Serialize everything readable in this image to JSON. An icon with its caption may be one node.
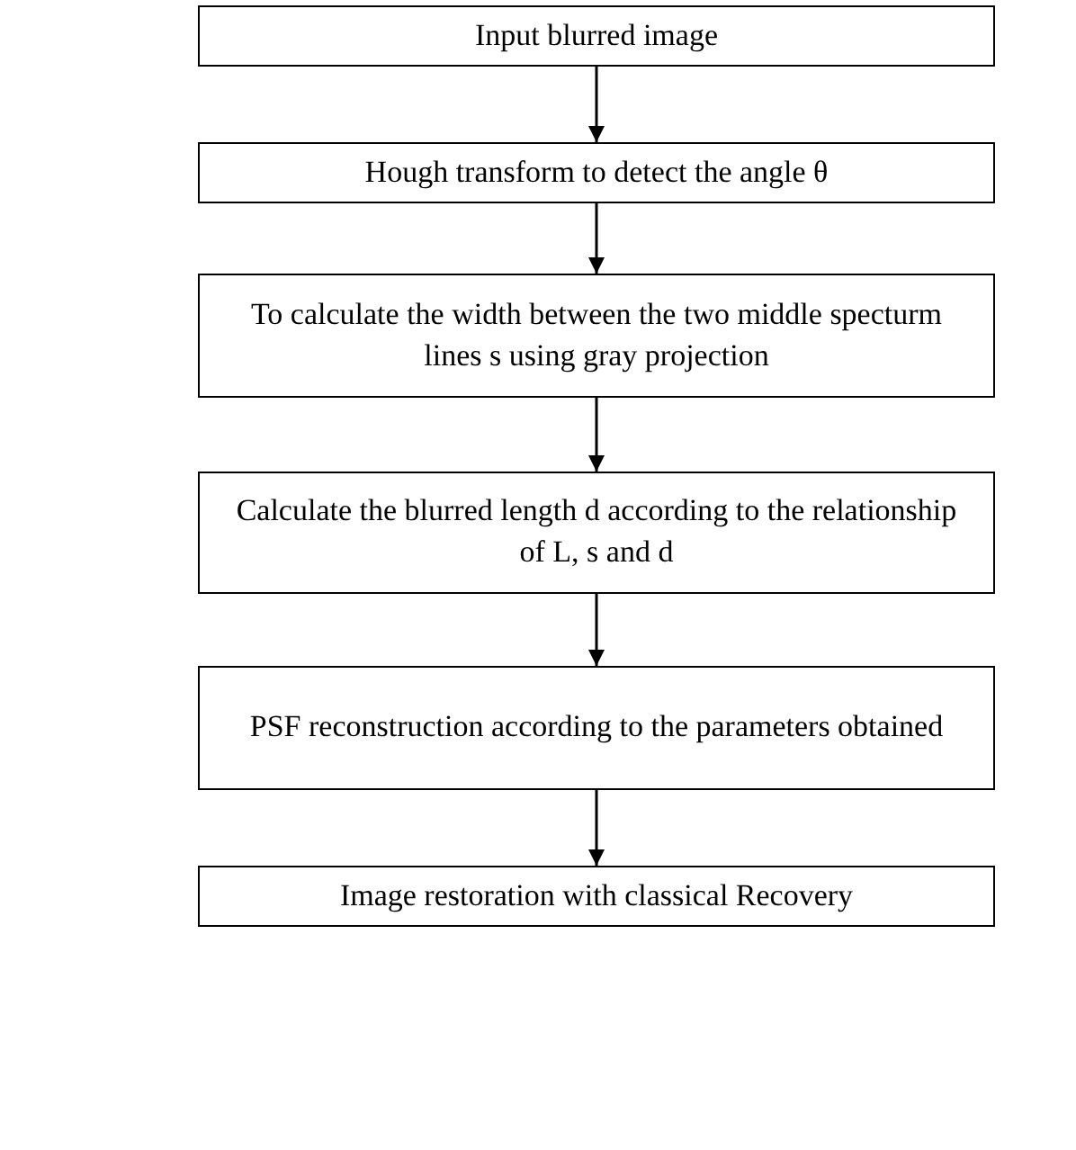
{
  "diagram": {
    "nodes": [
      {
        "text": [
          "Input blurred image"
        ]
      },
      {
        "text": [
          "Hough transform to detect the angle θ"
        ]
      },
      {
        "text": [
          "To calculate the width between the two middle specturm lines s using gray projection"
        ]
      },
      {
        "text": [
          "Calculate the blurred length d according to the relationship of L, s and d"
        ]
      },
      {
        "text": [
          "PSF reconstruction according to the parameters obtained"
        ]
      },
      {
        "text": [
          "Image restoration with classical Recovery"
        ]
      }
    ],
    "edges": [
      {
        "from": 0,
        "to": 1,
        "arrow": "to"
      },
      {
        "from": 1,
        "to": 2,
        "arrow": "to"
      },
      {
        "from": 2,
        "to": 3,
        "arrow": "to"
      },
      {
        "from": 3,
        "to": 4,
        "arrow": "to"
      },
      {
        "from": 4,
        "to": 5,
        "arrow": "to"
      }
    ]
  }
}
